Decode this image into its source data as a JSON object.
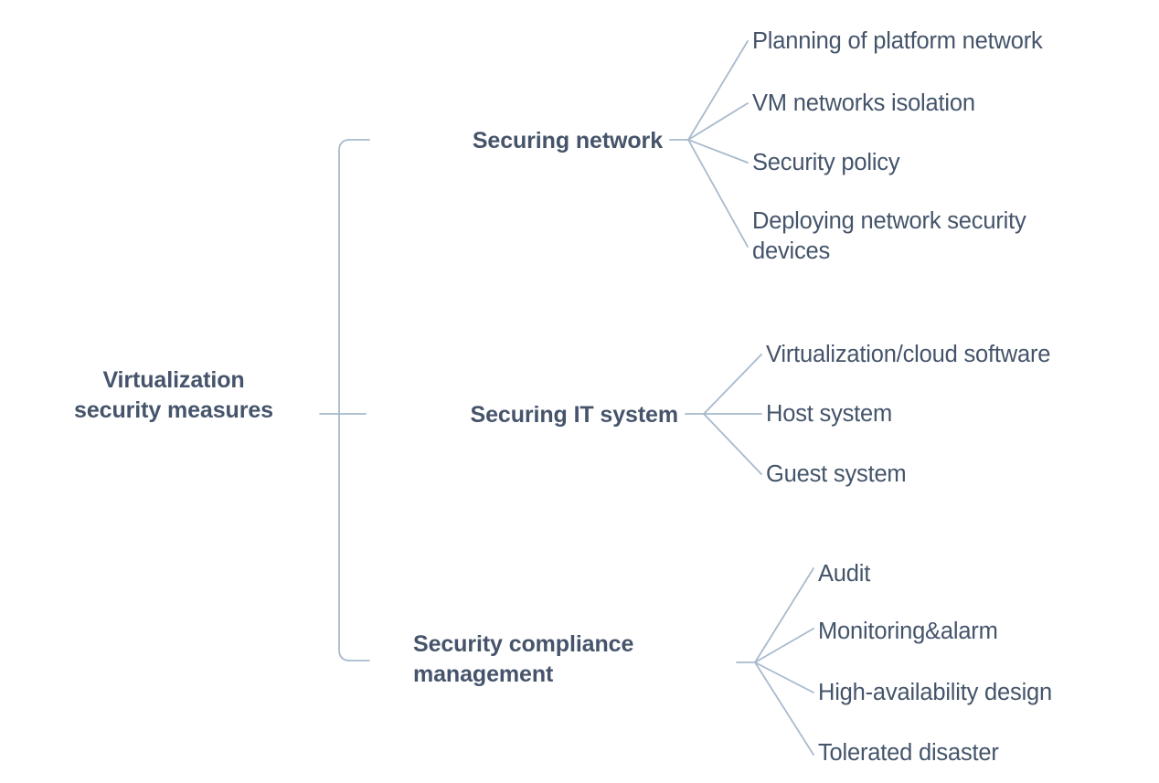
{
  "diagram": {
    "type": "mind-map",
    "orientation": "left-to-right",
    "background_color": "#ffffff",
    "connector_color": "#a8bacd",
    "root_text_color": "#46546b",
    "branch_text_color": "#46546b",
    "leaf_text_color": "#44546a",
    "root": {
      "label": "Virtualization\nsecurity measures"
    },
    "branches": [
      {
        "id": "securing-network",
        "label": "Securing network",
        "leaves": [
          {
            "label": "Planning of platform network"
          },
          {
            "label": "VM networks isolation"
          },
          {
            "label": "Security policy"
          },
          {
            "label": "Deploying network security\ndevices"
          }
        ]
      },
      {
        "id": "securing-it-system",
        "label": "Securing IT system",
        "leaves": [
          {
            "label": "Virtualization/cloud software"
          },
          {
            "label": "Host system"
          },
          {
            "label": "Guest system"
          }
        ]
      },
      {
        "id": "security-compliance-management",
        "label": "Security compliance\nmanagement",
        "leaves": [
          {
            "label": "Audit"
          },
          {
            "label": "Monitoring&alarm"
          },
          {
            "label": "High-availability design"
          },
          {
            "label": "Tolerated disaster"
          }
        ]
      }
    ]
  }
}
